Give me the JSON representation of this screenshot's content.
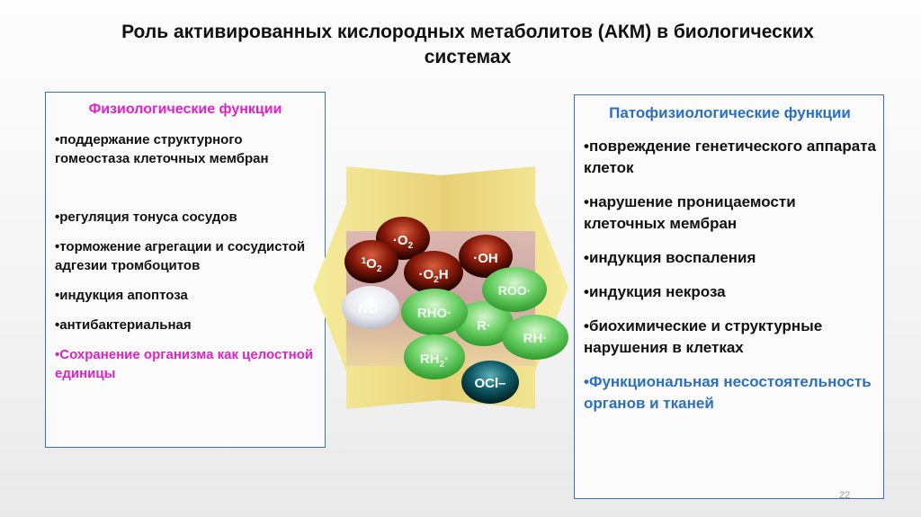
{
  "title": "Роль активированных  кислородных метаболитов (АКМ) в биологических системах",
  "left_panel": {
    "heading": "Физиологические функции",
    "items": [
      "•поддержание структурного гомеостаза клеточных мембран",
      "•регуляция тонуса сосудов",
      "•торможение агрегации и сосудистой адгезии тромбоцитов",
      "•индукция апоптоза",
      "•антибактериальная",
      "•Сохранение организма как целостной единицы"
    ]
  },
  "right_panel": {
    "heading": "Патофизиологические функции",
    "items": [
      "•повреждение генетического аппарата клеток",
      "•нарушение проницаемости клеточных мембран",
      "•индукция воспаления",
      "•индукция некроза",
      "•биохимические и структурные нарушения в клетках",
      "•Функциональная несостоятельность органов и тканей"
    ]
  },
  "molecules": {
    "o2_radical": "·O2",
    "singlet_o2": "1O2",
    "o2h_radical": "·O2H",
    "oh_radical": "·OH",
    "rooh": "ROO·",
    "no_radical": "NO·",
    "rho": "RHO·",
    "r_radical": "R·",
    "rh": "RH·",
    "rh2": "RH2·",
    "ocl": "OCl–"
  },
  "colors": {
    "heading_left": "#e020c8",
    "heading_right": "#2a6fc0",
    "panel_border": "#3a6fc4",
    "molecule_red": "#8a1a0a",
    "molecule_green": "#4cc24a",
    "molecule_teal": "#0f5a66"
  },
  "slide_number": "22"
}
